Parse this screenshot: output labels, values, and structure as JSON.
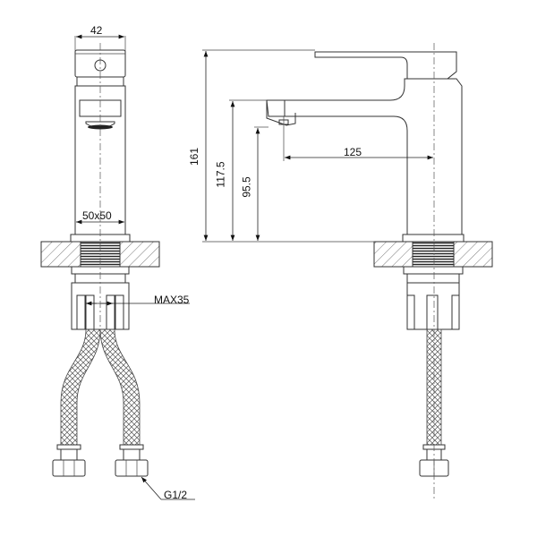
{
  "drawing": {
    "title": "Basin mixer tap dimension drawing",
    "views": [
      "front-view",
      "side-view"
    ],
    "line_color": "#333333",
    "background": "#ffffff"
  },
  "dimensions": {
    "width_top": "42",
    "base": "50x50",
    "max_deck": "MAX35",
    "thread": "G1/2",
    "total_height": "161",
    "spout_height": "117.5",
    "outlet_height": "95.5",
    "reach": "125"
  }
}
